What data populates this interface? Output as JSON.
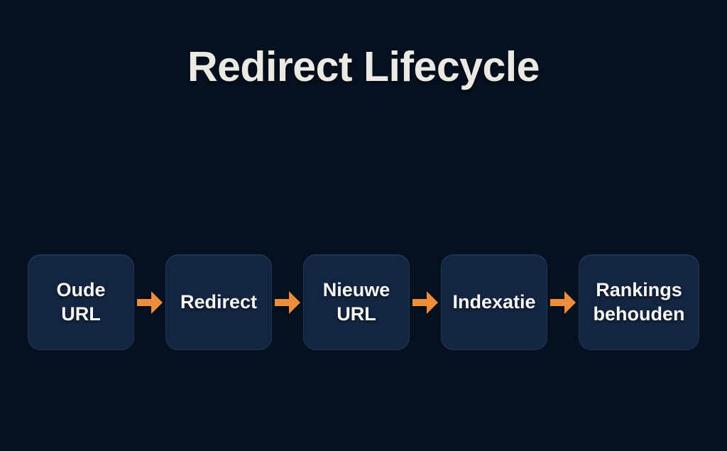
{
  "page": {
    "title": "Redirect Lifecycle"
  },
  "colors": {
    "background": "#061120",
    "box_fill": "#132540",
    "box_border": "#21375a",
    "arrow": "#ee8d3c",
    "title_text": "#eae9e4",
    "step_text": "#f7f7f4"
  },
  "flow": {
    "connector_icon": "right-arrow",
    "steps": [
      {
        "label": "Oude URL",
        "lines": [
          "Oude",
          "URL"
        ]
      },
      {
        "label": "Redirect",
        "lines": [
          "Redirect"
        ]
      },
      {
        "label": "Nieuwe URL",
        "lines": [
          "Nieuwe",
          "URL"
        ]
      },
      {
        "label": "Indexatie",
        "lines": [
          "Indexatie"
        ]
      },
      {
        "label": "Rankings behouden",
        "lines": [
          "Rankings",
          "behouden"
        ]
      }
    ]
  }
}
